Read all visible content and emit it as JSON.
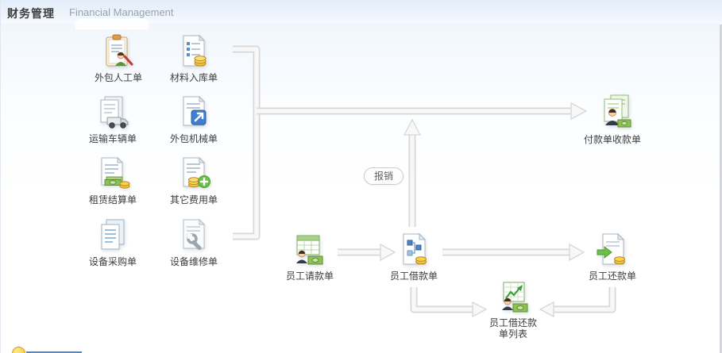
{
  "header": {
    "title_zh": "财务管理",
    "title_en": "Financial Management"
  },
  "nodes": {
    "outsourced_labor": {
      "label": "外包人工单",
      "icon": "clipboard-worker-icon"
    },
    "material_inbound": {
      "label": "材料入库单",
      "icon": "document-list-coins-icon"
    },
    "transport_vehicle": {
      "label": "运输车辆单",
      "icon": "documents-truck-icon"
    },
    "outsourced_machinery": {
      "label": "外包机械单",
      "icon": "document-blue-arrow-icon"
    },
    "lease_settlement": {
      "label": "租赁结算单",
      "icon": "document-cash-icon"
    },
    "other_expense": {
      "label": "其它费用单",
      "icon": "document-coins-plus-icon"
    },
    "equipment_purchase": {
      "label": "设备采购单",
      "icon": "stacked-documents-icon"
    },
    "equipment_repair": {
      "label": "设备维修单",
      "icon": "document-wrench-icon"
    },
    "payment_receipt": {
      "label": "付款单收款单",
      "icon": "documents-person-cash-icon"
    },
    "employee_request": {
      "label": "员工请款单",
      "icon": "table-person-cash-icon"
    },
    "employee_loan": {
      "label": "员工借款单",
      "icon": "document-flowchart-coins-icon"
    },
    "employee_repayment": {
      "label": "员工还款单",
      "icon": "document-return-arrow-coins-icon"
    },
    "employee_loan_list": {
      "label": "员工借还款单列表",
      "icon": "chart-person-cash-icon"
    }
  },
  "edge_labels": {
    "reimburse": "报销"
  }
}
